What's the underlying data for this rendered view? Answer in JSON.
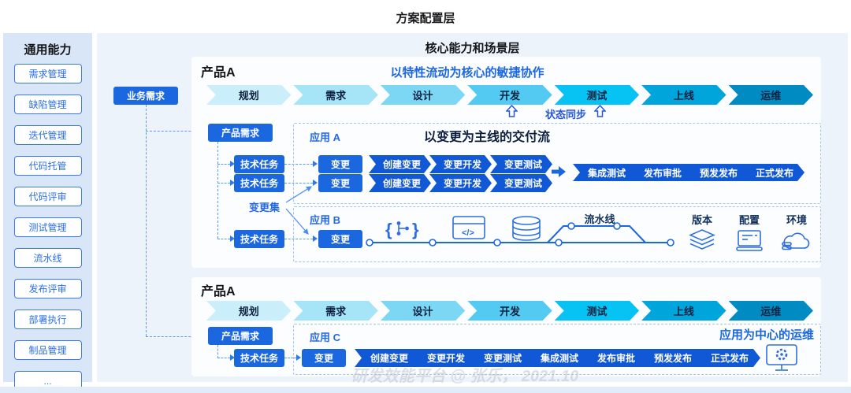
{
  "page": {
    "top_title": "方案配置层",
    "watermark": "研发效能平台 @ 张乐， 2021.10"
  },
  "colors": {
    "accent_blue": "#1b67e0",
    "chevron_blue": "#1158d6",
    "link_blue": "#2468e5",
    "stage_colors": [
      "#cbeefb",
      "#a6e4f8",
      "#7cd7f5",
      "#52caf2",
      "#06c3f3",
      "#00a5dc",
      "#008cc3"
    ]
  },
  "sidebar": {
    "title": "通用能力",
    "items": [
      "需求管理",
      "缺陷管理",
      "迭代管理",
      "代码托管",
      "代码评审",
      "测试管理",
      "流水线",
      "发布评审",
      "部署执行",
      "制品管理",
      "..."
    ]
  },
  "main": {
    "title": "核心能力和场景层",
    "business_req": "业务需求"
  },
  "pipeline": {
    "stages": [
      "规划",
      "需求",
      "设计",
      "开发",
      "测试",
      "上线",
      "运维"
    ]
  },
  "panel1": {
    "product": "产品A",
    "agile_title": "以特性流动为核心的敏捷协作",
    "status_sync": "状态同步",
    "product_req": "产品需求",
    "tech_task": "技术任务",
    "change_set": "变更集",
    "app_a": {
      "label": "应用 A",
      "delivery_title": "以变更为主线的交付流",
      "change": "变更",
      "flow": [
        "创建变更",
        "变更开发",
        "变更测试"
      ],
      "release": [
        "集成测试",
        "发布审批",
        "预发发布",
        "正式发布"
      ]
    },
    "app_b": {
      "label": "应用 B",
      "change": "变更",
      "pipeline_label": "流水线",
      "artifacts": [
        {
          "label": "版本"
        },
        {
          "label": "配置"
        },
        {
          "label": "环境"
        }
      ]
    }
  },
  "panel2": {
    "product": "产品A",
    "ops_title": "应用为中心的运维",
    "product_req": "产品需求",
    "tech_task": "技术任务",
    "app_c": {
      "label": "应用 C",
      "change": "变更",
      "flow": [
        "创建变更",
        "变更开发",
        "变更测试",
        "集成测试",
        "发布审批",
        "预发发布",
        "正式发布"
      ]
    }
  }
}
